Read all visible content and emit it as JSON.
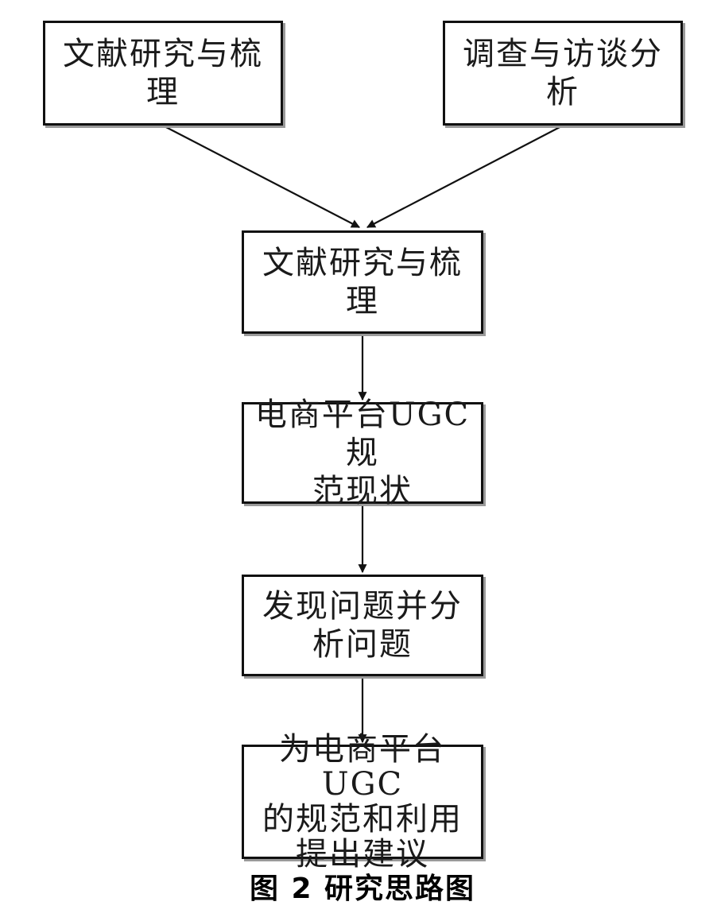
{
  "nodes": [
    {
      "id": "literature-review",
      "lines": [
        "文献研究与梳",
        "理"
      ]
    },
    {
      "id": "survey-interview",
      "lines": [
        "调查与访谈分",
        "析"
      ]
    },
    {
      "id": "literature-review-2",
      "lines": [
        "文献研究与梳",
        "理"
      ]
    },
    {
      "id": "ugc-status",
      "lines": [
        "电商平台UGC规",
        "范现状"
      ]
    },
    {
      "id": "find-problems",
      "lines": [
        "发现问题并分",
        "析问题"
      ]
    },
    {
      "id": "suggestions",
      "lines": [
        "为电商平台UGC",
        "的规范和利用",
        "提出建议"
      ]
    }
  ],
  "edges": [
    {
      "from": "literature-review",
      "to": "literature-review-2"
    },
    {
      "from": "survey-interview",
      "to": "literature-review-2"
    },
    {
      "from": "literature-review-2",
      "to": "ugc-status"
    },
    {
      "from": "ugc-status",
      "to": "find-problems"
    },
    {
      "from": "find-problems",
      "to": "suggestions"
    }
  ],
  "caption": "图 2  研究思路图"
}
